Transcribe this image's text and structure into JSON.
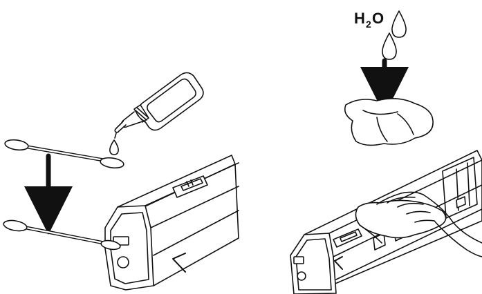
{
  "formula": {
    "symbol_h": "H",
    "subscript": "2",
    "symbol_o": "O"
  },
  "colors": {
    "ink": "#111111",
    "paper": "#ffffff",
    "shade": "#e9e9e9"
  }
}
